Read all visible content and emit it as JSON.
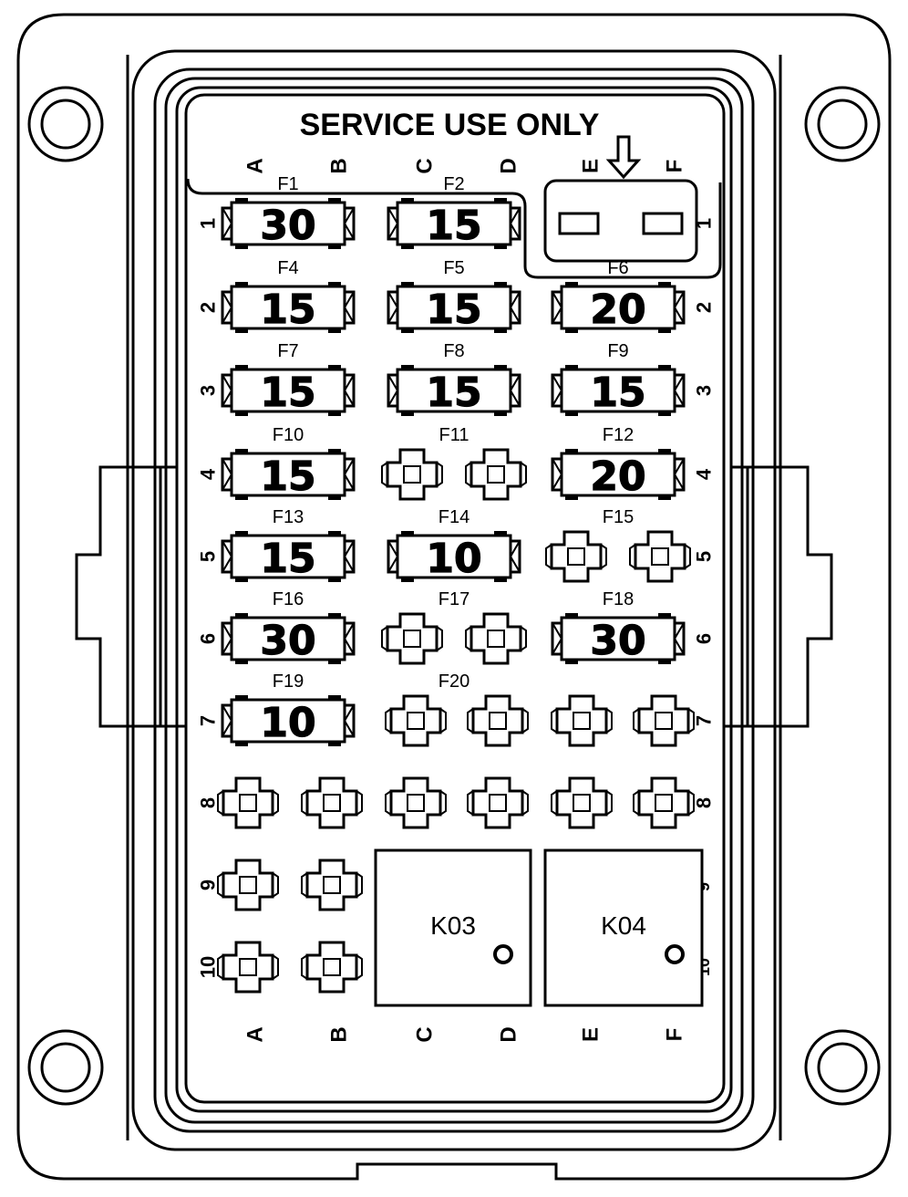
{
  "title": "SERVICE USE ONLY",
  "columns": [
    "A",
    "B",
    "C",
    "D",
    "E",
    "F"
  ],
  "rows": [
    "1",
    "2",
    "3",
    "4",
    "5",
    "6",
    "7",
    "8",
    "9",
    "10"
  ],
  "fuses": [
    {
      "id": "F1",
      "rating": "30"
    },
    {
      "id": "F2",
      "rating": "15"
    },
    {
      "id": "F4",
      "rating": "15"
    },
    {
      "id": "F5",
      "rating": "15"
    },
    {
      "id": "F6",
      "rating": "20"
    },
    {
      "id": "F7",
      "rating": "15"
    },
    {
      "id": "F8",
      "rating": "15"
    },
    {
      "id": "F9",
      "rating": "15"
    },
    {
      "id": "F10",
      "rating": "15"
    },
    {
      "id": "F11",
      "rating": ""
    },
    {
      "id": "F12",
      "rating": "20"
    },
    {
      "id": "F13",
      "rating": "15"
    },
    {
      "id": "F14",
      "rating": "10"
    },
    {
      "id": "F15",
      "rating": ""
    },
    {
      "id": "F16",
      "rating": "30"
    },
    {
      "id": "F17",
      "rating": ""
    },
    {
      "id": "F18",
      "rating": "30"
    },
    {
      "id": "F19",
      "rating": "10"
    },
    {
      "id": "F20",
      "rating": ""
    }
  ],
  "relays": [
    {
      "id": "K03"
    },
    {
      "id": "K04"
    }
  ]
}
